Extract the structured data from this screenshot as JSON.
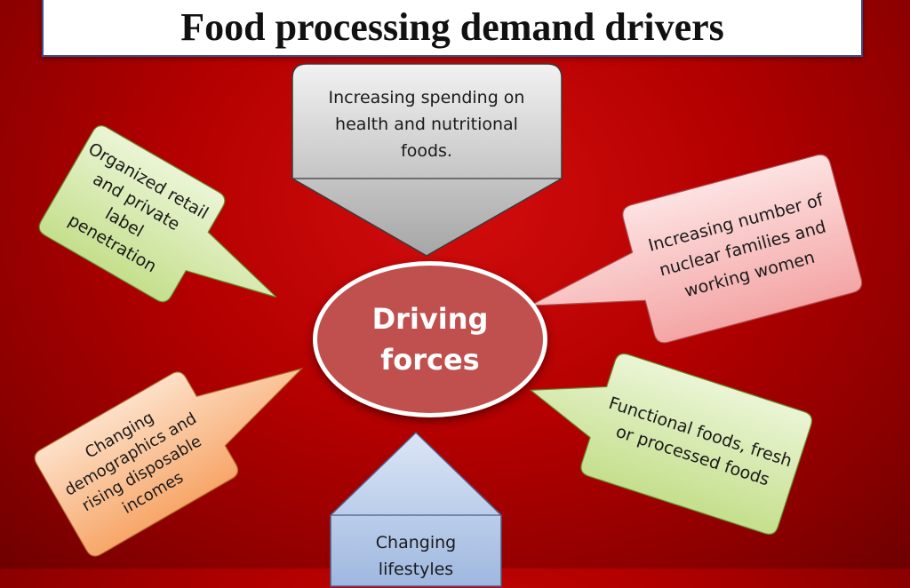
{
  "title": "Food processing demand drivers",
  "center": {
    "label": "Driving forces"
  },
  "drivers": {
    "top": "Increasing spending on health and nutritional foods.",
    "upper_left": "Organized retail and private label penetration",
    "upper_right": "Increasing number of nuclear families and working women",
    "lower_left": "Changing demographics and rising disposable incomes",
    "lower_right": "Functional foods, fresh or processed foods",
    "bottom": "Changing lifestyles"
  },
  "colors": {
    "background": "#b30000",
    "center_fill": "#c0504d",
    "top_callout": "#bfbfbf",
    "upper_left_callout": "#d7e9b0",
    "upper_right_callout": "#f9c0c0",
    "lower_left_callout": "#f9c39b",
    "lower_right_callout": "#d7e9b0",
    "bottom_callout": "#b8cbe8"
  }
}
